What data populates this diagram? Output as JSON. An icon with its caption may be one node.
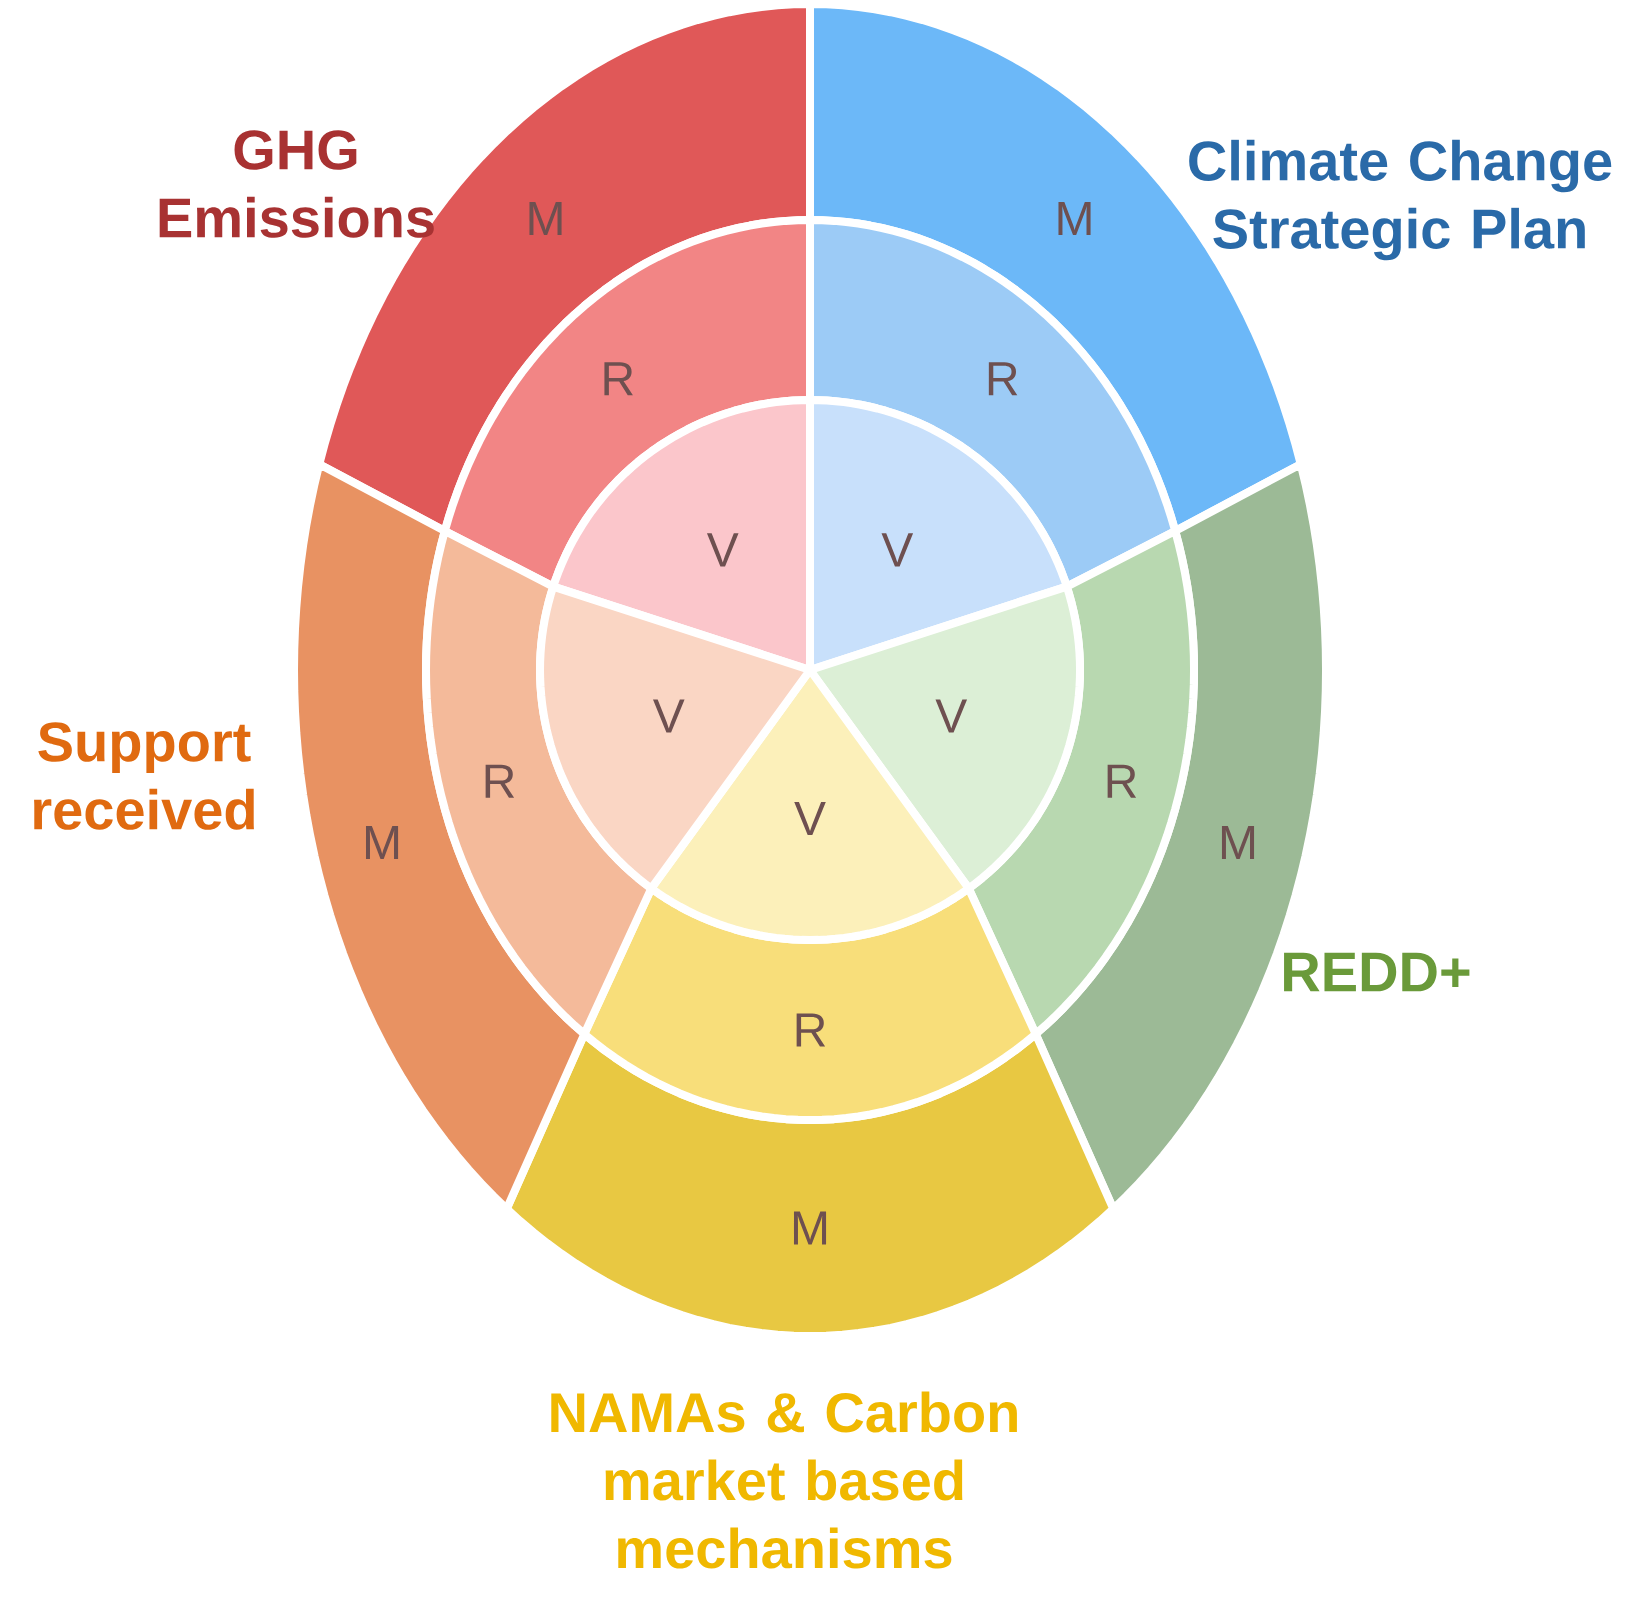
{
  "diagram": {
    "nodes": [
      {
        "text": [
          "M"
        ],
        "beside": [
          "GHG Emissions"
        ]
      },
      {
        "text": [
          "R"
        ]
      },
      {
        "text": [
          "V"
        ]
      },
      {
        "text": [
          "M"
        ],
        "beside": [
          "Climate Change Strategic Plan"
        ]
      },
      {
        "text": [
          "R"
        ]
      },
      {
        "text": [
          "V"
        ]
      },
      {
        "text": [
          "M"
        ],
        "beside": [
          "REDD+"
        ]
      },
      {
        "text": [
          "R"
        ]
      },
      {
        "text": [
          "V"
        ]
      },
      {
        "text": [
          "M"
        ],
        "beside": [
          "NAMAs & Carbon market based mechanisms"
        ]
      },
      {
        "text": [
          "R"
        ]
      },
      {
        "text": [
          "V"
        ]
      },
      {
        "text": [
          "M"
        ],
        "beside": [
          "Support received"
        ]
      },
      {
        "text": [
          "R"
        ]
      },
      {
        "text": [
          "V"
        ]
      }
    ]
  }
}
